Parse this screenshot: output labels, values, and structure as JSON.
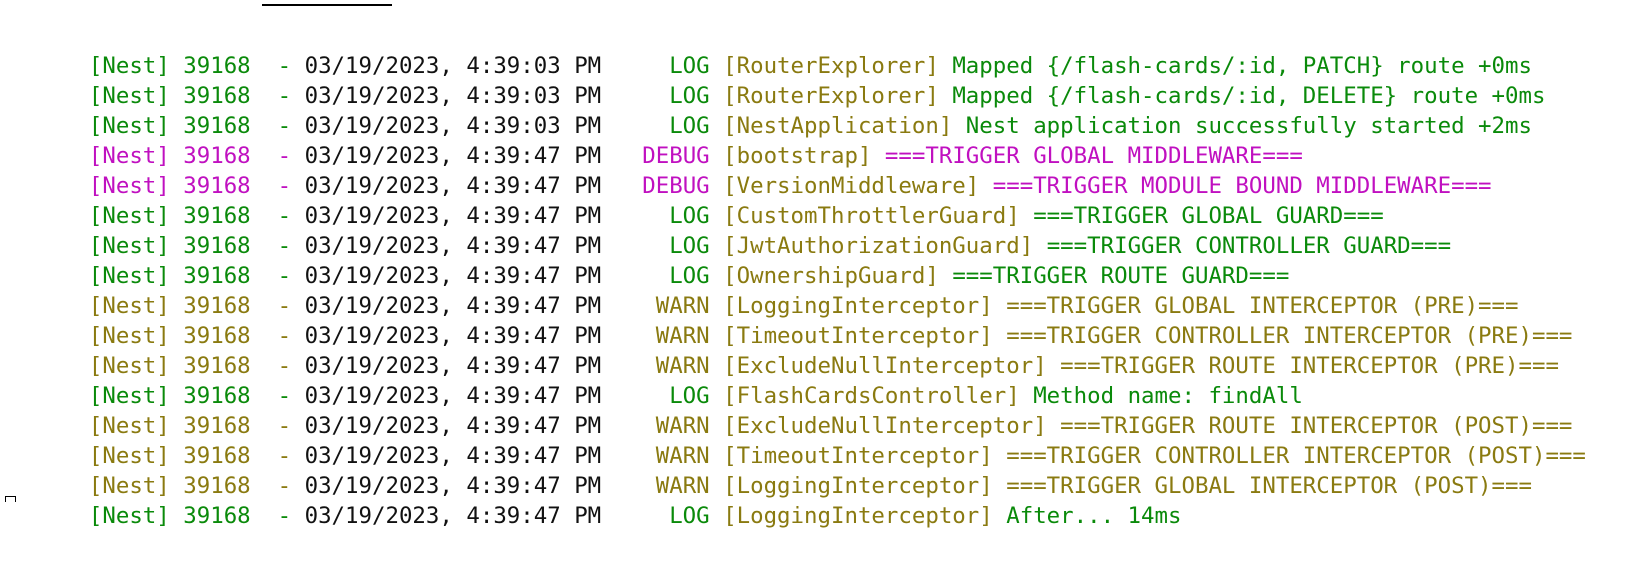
{
  "colors": {
    "log": "#0a8a0a",
    "debug": "#c010c0",
    "warn": "#8a7a10",
    "text": "#111111"
  },
  "lines": [
    {
      "prefix": "[Nest] 39168",
      "dash": "-",
      "timestamp": "03/19/2023, 4:39:03 PM",
      "level": "LOG",
      "context": "[RouterExplorer]",
      "message": "Mapped {/flash-cards/:id, PATCH} route +0ms"
    },
    {
      "prefix": "[Nest] 39168",
      "dash": "-",
      "timestamp": "03/19/2023, 4:39:03 PM",
      "level": "LOG",
      "context": "[RouterExplorer]",
      "message": "Mapped {/flash-cards/:id, DELETE} route +0ms"
    },
    {
      "prefix": "[Nest] 39168",
      "dash": "-",
      "timestamp": "03/19/2023, 4:39:03 PM",
      "level": "LOG",
      "context": "[NestApplication]",
      "message": "Nest application successfully started +2ms"
    },
    {
      "prefix": "[Nest] 39168",
      "dash": "-",
      "timestamp": "03/19/2023, 4:39:47 PM",
      "level": "DEBUG",
      "context": "[bootstrap]",
      "message": "===TRIGGER GLOBAL MIDDLEWARE==="
    },
    {
      "prefix": "[Nest] 39168",
      "dash": "-",
      "timestamp": "03/19/2023, 4:39:47 PM",
      "level": "DEBUG",
      "context": "[VersionMiddleware]",
      "message": "===TRIGGER MODULE BOUND MIDDLEWARE==="
    },
    {
      "prefix": "[Nest] 39168",
      "dash": "-",
      "timestamp": "03/19/2023, 4:39:47 PM",
      "level": "LOG",
      "context": "[CustomThrottlerGuard]",
      "message": "===TRIGGER GLOBAL GUARD==="
    },
    {
      "prefix": "[Nest] 39168",
      "dash": "-",
      "timestamp": "03/19/2023, 4:39:47 PM",
      "level": "LOG",
      "context": "[JwtAuthorizationGuard]",
      "message": "===TRIGGER CONTROLLER GUARD==="
    },
    {
      "prefix": "[Nest] 39168",
      "dash": "-",
      "timestamp": "03/19/2023, 4:39:47 PM",
      "level": "LOG",
      "context": "[OwnershipGuard]",
      "message": "===TRIGGER ROUTE GUARD==="
    },
    {
      "prefix": "[Nest] 39168",
      "dash": "-",
      "timestamp": "03/19/2023, 4:39:47 PM",
      "level": "WARN",
      "context": "[LoggingInterceptor]",
      "message": "===TRIGGER GLOBAL INTERCEPTOR (PRE)==="
    },
    {
      "prefix": "[Nest] 39168",
      "dash": "-",
      "timestamp": "03/19/2023, 4:39:47 PM",
      "level": "WARN",
      "context": "[TimeoutInterceptor]",
      "message": "===TRIGGER CONTROLLER INTERCEPTOR (PRE)==="
    },
    {
      "prefix": "[Nest] 39168",
      "dash": "-",
      "timestamp": "03/19/2023, 4:39:47 PM",
      "level": "WARN",
      "context": "[ExcludeNullInterceptor]",
      "message": "===TRIGGER ROUTE INTERCEPTOR (PRE)==="
    },
    {
      "prefix": "[Nest] 39168",
      "dash": "-",
      "timestamp": "03/19/2023, 4:39:47 PM",
      "level": "LOG",
      "context": "[FlashCardsController]",
      "message": "Method name: findAll"
    },
    {
      "prefix": "[Nest] 39168",
      "dash": "-",
      "timestamp": "03/19/2023, 4:39:47 PM",
      "level": "WARN",
      "context": "[ExcludeNullInterceptor]",
      "message": "===TRIGGER ROUTE INTERCEPTOR (POST)==="
    },
    {
      "prefix": "[Nest] 39168",
      "dash": "-",
      "timestamp": "03/19/2023, 4:39:47 PM",
      "level": "WARN",
      "context": "[TimeoutInterceptor]",
      "message": "===TRIGGER CONTROLLER INTERCEPTOR (POST)==="
    },
    {
      "prefix": "[Nest] 39168",
      "dash": "-",
      "timestamp": "03/19/2023, 4:39:47 PM",
      "level": "WARN",
      "context": "[LoggingInterceptor]",
      "message": "===TRIGGER GLOBAL INTERCEPTOR (POST)==="
    },
    {
      "prefix": "[Nest] 39168",
      "dash": "-",
      "timestamp": "03/19/2023, 4:39:47 PM",
      "level": "LOG",
      "context": "[LoggingInterceptor]",
      "message": "After... 14ms"
    }
  ]
}
